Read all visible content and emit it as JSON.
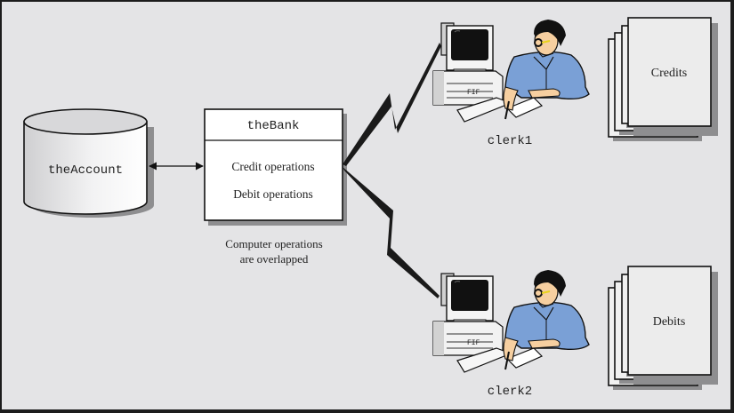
{
  "diagram": {
    "account": {
      "label": "theAccount"
    },
    "bank": {
      "title": "theBank",
      "operations": [
        "Credit operations",
        "Debit operations"
      ],
      "caption_lines": [
        "Computer operations",
        "are overlapped"
      ]
    },
    "clerks": [
      {
        "label": "clerk1"
      },
      {
        "label": "clerk2"
      }
    ],
    "stacks": [
      {
        "label": "Credits"
      },
      {
        "label": "Debits"
      }
    ],
    "colors": {
      "background": "#e4e4e6",
      "frame": "#1c1c1c",
      "shadow": "#8e8e90",
      "shirt": "#7aa0d6",
      "skin": "#f6cfa0",
      "glasses_accent": "#e8d21a",
      "paper": "#f0f0f0"
    }
  }
}
